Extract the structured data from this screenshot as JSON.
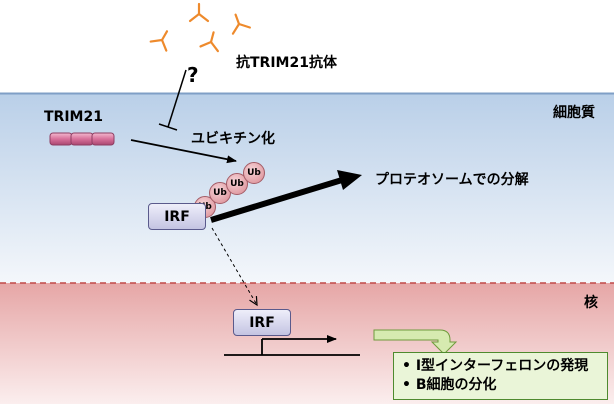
{
  "labels": {
    "antibody": "抗TRIM21抗体",
    "question": "?",
    "trim21": "TRIM21",
    "ubiquitination": "ユビキチン化",
    "cytoplasm": "細胞質",
    "degradation": "プロテオソームでの分解",
    "irf_cyto": "IRF",
    "irf_nuc": "IRF",
    "nucleus": "核",
    "ub": "Ub"
  },
  "outcomes": [
    "• I型インターフェロンの発現",
    "• B細胞の分化"
  ],
  "colors": {
    "cytoplasm_top": "#b9cfe8",
    "cytoplasm_bottom": "#f4f7fb",
    "nucleus_top": "#e6a6a6",
    "nucleus_bottom": "#fbeeee",
    "antibody": "#ee8a2c",
    "trim21": "#d8709a",
    "ubiquitin": "#e8a8b0",
    "irf": "#c9c9e8",
    "outcome_box": "#eaf5d8",
    "outcome_arrow": "#d6eab0"
  }
}
